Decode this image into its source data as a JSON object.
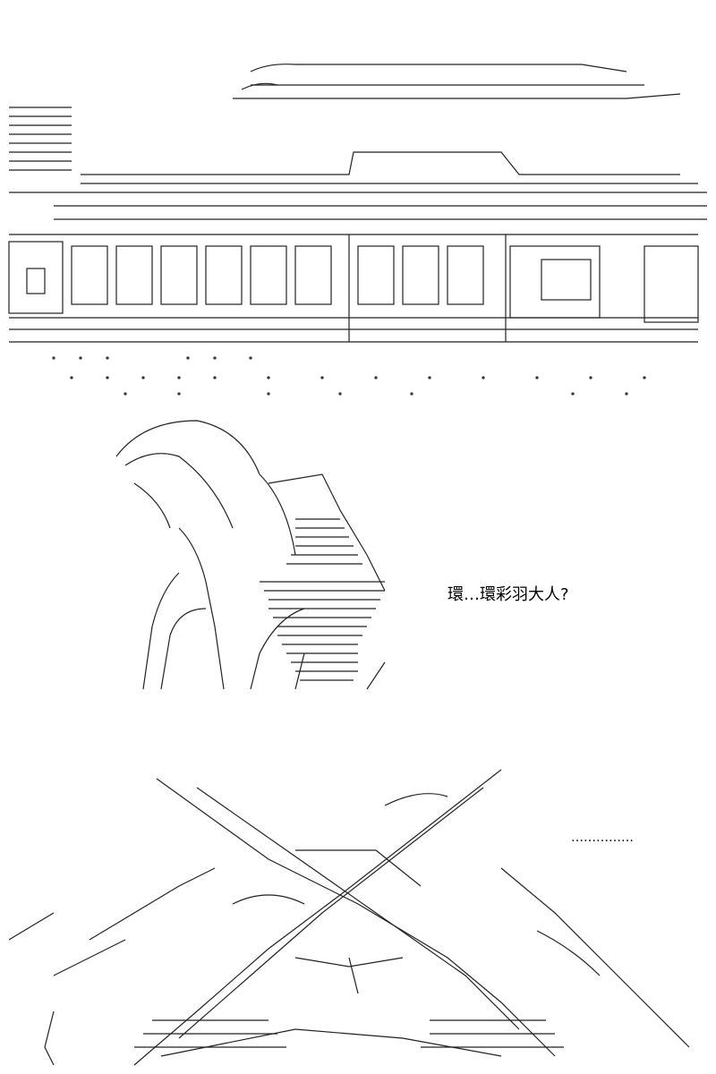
{
  "panels": [
    {
      "id": "train-scene",
      "caption": ""
    },
    {
      "id": "figure-scene",
      "dialog": "環…環彩羽大人?"
    },
    {
      "id": "hands-scene",
      "dialog": "……………"
    }
  ]
}
